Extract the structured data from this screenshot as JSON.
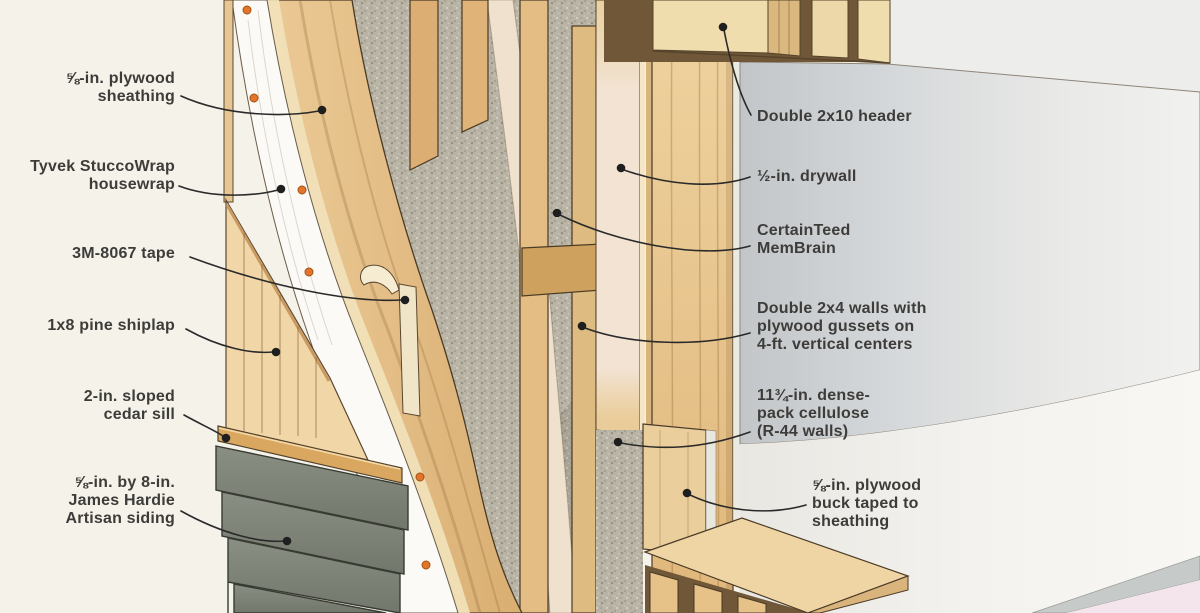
{
  "figure": {
    "subject": "Double-stud wall assembly cutaway section",
    "type": "construction-detail-illustration"
  },
  "colors": {
    "paper": "#f5f2ea",
    "wood_light": "#f0ddae",
    "wood_mid": "#e4c08a",
    "cellulose_gray": "#b7b2a3",
    "housewrap_white": "#fbfaf6",
    "cap_nail_orange": "#e2752b",
    "drywall_gray": "#d6d9db",
    "membrane_pink": "#f2e2d2",
    "siding_gray_green": "#7e8377",
    "label_text": "#3d3c39",
    "leader_line": "#2a2a2a"
  },
  "labels": {
    "left": [
      {
        "id": "plywood-sheathing",
        "text": "⅝-in. plywood\nsheathing"
      },
      {
        "id": "housewrap",
        "text": "Tyvek StuccoWrap\nhousewrap"
      },
      {
        "id": "tape",
        "text": "3M-8067 tape"
      },
      {
        "id": "shiplap",
        "text": "1x8 pine shiplap"
      },
      {
        "id": "cedar-sill",
        "text": "2-in. sloped\ncedar sill"
      },
      {
        "id": "siding",
        "text": "⅝-in. by 8-in.\nJames Hardie\nArtisan siding"
      }
    ],
    "right": [
      {
        "id": "header",
        "text": "Double 2x10 header"
      },
      {
        "id": "drywall",
        "text": "½-in. drywall"
      },
      {
        "id": "membrane",
        "text": "CertainTeed\nMemBrain"
      },
      {
        "id": "double-stud-walls",
        "text": "Double 2x4 walls with\nplywood gussets on\n4-ft. vertical centers"
      },
      {
        "id": "cellulose",
        "text": "11¾-in. dense-\npack cellulose\n(R-44 walls)"
      },
      {
        "id": "plywood-buck",
        "text": "⅝-in. plywood\nbuck taped to\nsheathing"
      }
    ]
  }
}
